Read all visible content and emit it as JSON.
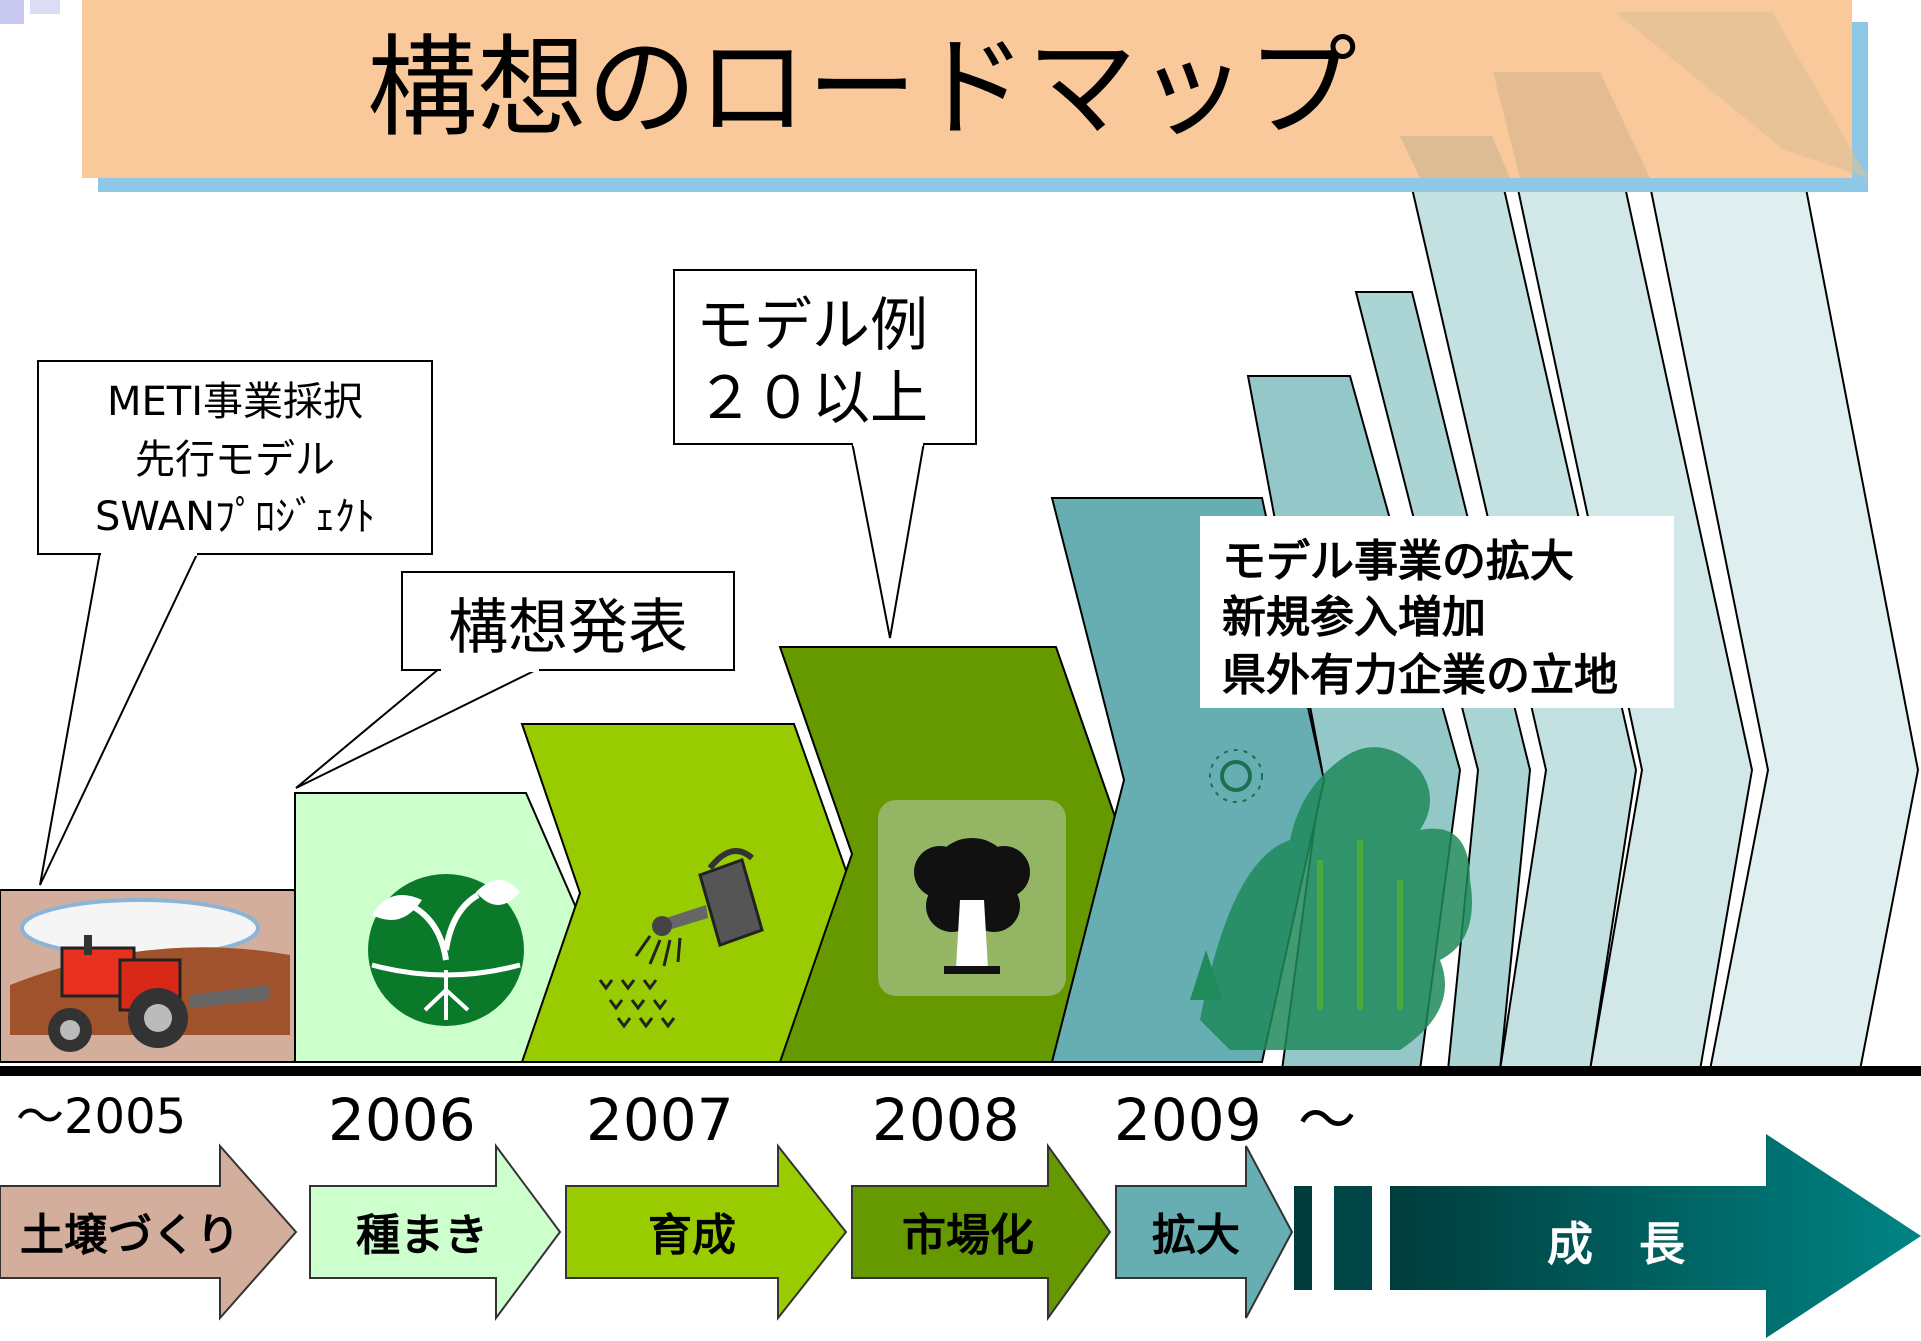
{
  "title": "構想のロードマップ",
  "callouts": {
    "meti": [
      "METI事業採択",
      "先行モデル",
      "SWANﾌﾟﾛｼﾞｪｸﾄ"
    ],
    "announce": "構想発表",
    "models": [
      "モデル例",
      "２０以上"
    ],
    "expansion": [
      "モデル事業の拡大",
      "新規参入増加",
      "県外有力企業の立地"
    ]
  },
  "years": {
    "y2005": "～2005",
    "y2006": "2006",
    "y2007": "2007",
    "y2008": "2008",
    "y2009": "2009",
    "tilde": "～"
  },
  "stages": {
    "soil": "土壌づくり",
    "sowing": "種まき",
    "nurture": "育成",
    "market": "市場化",
    "expand": "拡大",
    "growth": "成　長"
  },
  "colors": {
    "title_bg": "#f9c89b",
    "title_shadow": "#8ec8e6",
    "soil": "#d4ae9c",
    "sowing": "#ccffcc",
    "nurture": "#99cc00",
    "market": "#669900",
    "expand": "#66aeb2",
    "growth": "#006666"
  },
  "icons": [
    "tractor-icon",
    "sprout-icon",
    "watering-can-icon",
    "tree-icon",
    "forest-icon"
  ]
}
